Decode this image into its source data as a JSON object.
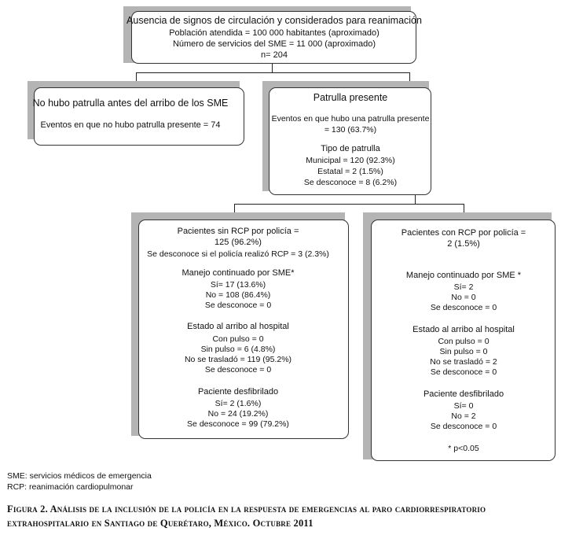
{
  "top_box": {
    "title": "Ausencia de signos de circulación y considerados para reanimación",
    "line1": "Población atendida = 100 000 habitantes (aproximado)",
    "line2": "Número de servicios del SME = 11 000 (aproximado)",
    "line3": "n= 204"
  },
  "no_patrol_box": {
    "title": "No hubo patrulla antes del arribo de los SME",
    "line1": "Eventos en que no hubo patrulla presente = 74"
  },
  "patrol_box": {
    "title": "Patrulla presente",
    "line1": "Eventos en que hubo una patrulla presente",
    "line2": "= 130 (63.7%)",
    "type_title": "Tipo de patrulla",
    "municipal": "Municipal =  120 (92.3%)",
    "estatal": "Estatal = 2 (1.5%)",
    "desconoce": "Se desconoce = 8 (6.2%)"
  },
  "no_rcp_box": {
    "title1": "Pacientes sin RCP por policía =",
    "title2": "125 (96.2%)",
    "title3": "Se desconoce si el policía realizó RCP = 3 (2.3%)",
    "manejo_title": "Manejo continuado por SME*",
    "manejo_si": "Sí= 17 (13.6%)",
    "manejo_no": "No = 108 (86.4%)",
    "manejo_desc": "Se desconoce = 0",
    "estado_title": "Estado al arribo al hospital",
    "estado_con": "Con pulso = 0",
    "estado_sin": "Sin pulso = 6 (4.8%)",
    "estado_notras": "No se trasladó = 119 (95.2%)",
    "estado_desc": "Se desconoce = 0",
    "desf_title": "Paciente desfibrilado",
    "desf_si": "Sí= 2 (1.6%)",
    "desf_no": "No = 24 (19.2%)",
    "desf_desc": "Se desconoce = 99 (79.2%)"
  },
  "rcp_box": {
    "title1": "Pacientes con RCP por policía =",
    "title2": "2 (1.5%)",
    "manejo_title": "Manejo continuado por SME *",
    "manejo_si": "Sí= 2",
    "manejo_no": "No =  0",
    "manejo_desc": "Se desconoce = 0",
    "estado_title": "Estado al arribo al hospital",
    "estado_con": "Con pulso = 0",
    "estado_sin": "Sin pulso = 0",
    "estado_notras": "No se trasladó = 2",
    "estado_desc": "Se desconoce = 0",
    "desf_title": "Paciente desfibrilado",
    "desf_si": "Sí= 0",
    "desf_no": "No = 2",
    "desf_desc": "Se desconoce = 0",
    "pnote": "* p<0.05"
  },
  "footnotes": {
    "sme": "SME: servicios médicos de emergencia",
    "rcp": "RCP: reanimación cardiopulmonar"
  },
  "caption": {
    "fig": "Figura 2.",
    "text": "Análisis de la inclusión de la policía en la respuesta de emergencias al paro cardiorrespiratorio extrahospitalario en Santiago de Querétaro, México. Octubre 2011"
  }
}
